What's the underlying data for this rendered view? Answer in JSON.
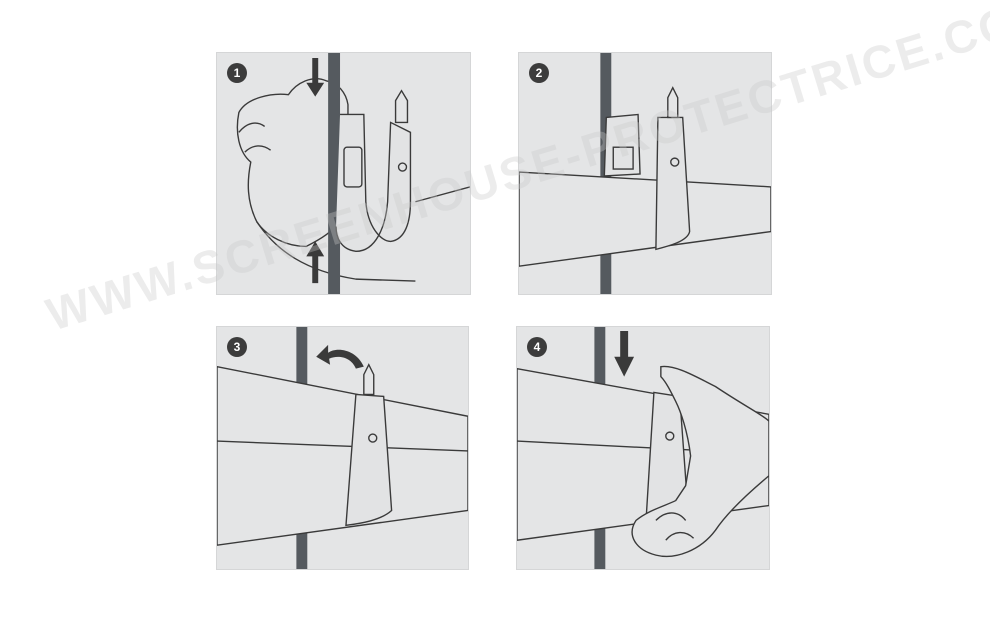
{
  "steps": [
    {
      "number": "1"
    },
    {
      "number": "2"
    },
    {
      "number": "3"
    },
    {
      "number": "4"
    }
  ],
  "watermark": "WWW.SCREENHOUSE-PROTECTRICE.COM",
  "colors": {
    "panel_bg": "#e4e5e6",
    "line": "#3a3a3a",
    "badge": "#3c3c3c",
    "rod": "#555a5f",
    "strap_fill": "#e2e3e4"
  }
}
